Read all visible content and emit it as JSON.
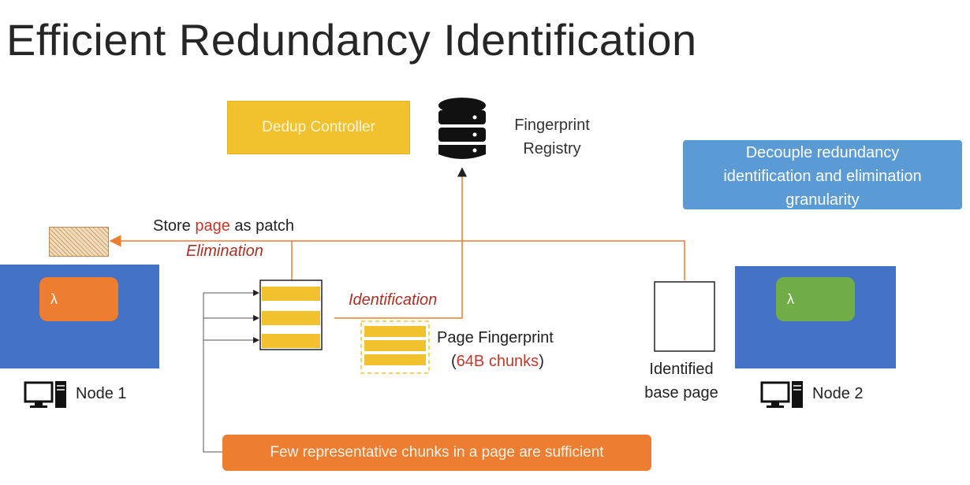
{
  "title": "Efficient Redundancy Identification",
  "dedup_controller": {
    "label": "Dedup Controller"
  },
  "registry": {
    "line1": "Fingerprint",
    "line2": "Registry",
    "icon": "database-icon"
  },
  "blue_note": {
    "line1": "Decouple redundancy",
    "line2": "identification and elimination",
    "line3": "granularity"
  },
  "store": {
    "prefix": "Store ",
    "highlight": "page",
    "suffix": " as patch"
  },
  "elimination_label": "Elimination",
  "identification_label": "Identification",
  "node1": {
    "lambda": "λ",
    "label": "Node 1",
    "icon": "computer-icon"
  },
  "node2": {
    "lambda": "λ",
    "label": "Node 2",
    "icon": "computer-icon"
  },
  "page_fingerprint": {
    "line1": "Page Fingerprint",
    "open": "(",
    "highlight": "64B chunks",
    "close": ")"
  },
  "base_page": {
    "line1": "Identified",
    "line2": "base page"
  },
  "orange_note": "Few representative chunks in a page are sufficient",
  "colors": {
    "accent_yellow": "#f2c12e",
    "node_blue": "#4472c4",
    "note_blue": "#5b9bd5",
    "orange": "#ed7d31",
    "lambda_green": "#70ad47",
    "label_red": "#c0392b"
  }
}
